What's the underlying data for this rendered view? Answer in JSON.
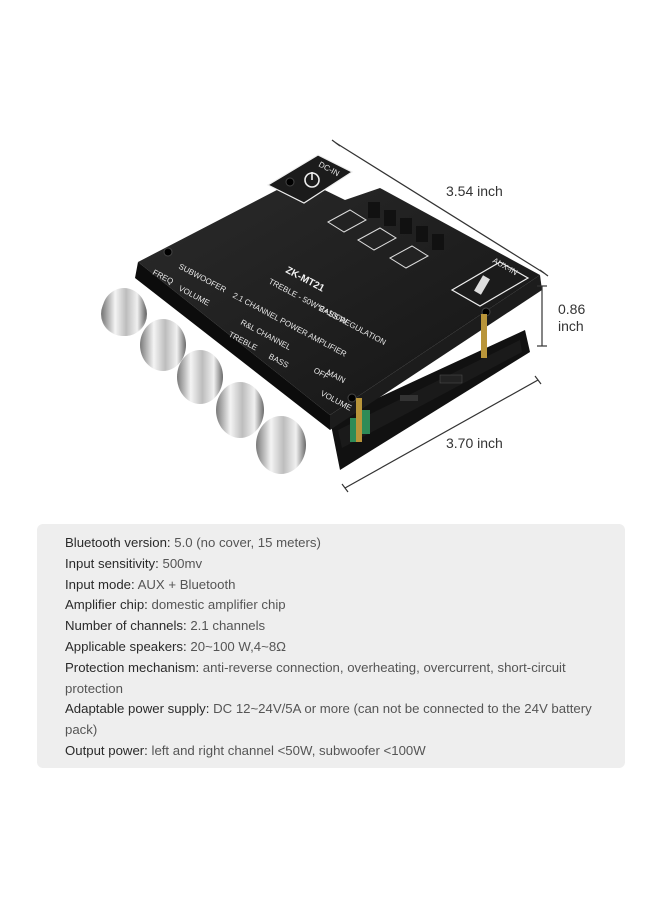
{
  "dimensions": {
    "length": "3.54 inch",
    "height_value": "0.86",
    "height_unit": "inch",
    "width": "3.70 inch"
  },
  "board": {
    "model": "ZK-MT21",
    "subtitle_1": "TREBLE - 50W*2+100W",
    "subtitle_2": "BASS REGULATION",
    "subtitle_3": "2.1 CHANNEL POWER AMPLIFIER",
    "subwoofer_label": "SUBWOOFER",
    "freq_label": "FREQ",
    "volume_label": "VOLUME",
    "rl_channel_label": "R&L CHANNEL",
    "treble_label": "TREBLE",
    "bass_label": "BASS",
    "main_label": "MAIN",
    "main_volume_label": "VOLUME",
    "off_label": "OFF",
    "dc_in_label": "DC-IN",
    "aux_in_label": "AUX-IN"
  },
  "specs": [
    {
      "key": "Bluetooth version:",
      "value": " 5.0 (no cover, 15 meters)"
    },
    {
      "key": "Input sensitivity:",
      "value": " 500mv"
    },
    {
      "key": "Input mode:",
      "value": " AUX + Bluetooth"
    },
    {
      "key": "Amplifier chip:",
      "value": " domestic amplifier chip"
    },
    {
      "key": "Number of channels:",
      "value": " 2.1 channels"
    },
    {
      "key": "Applicable speakers:",
      "value": " 20~100 W,4~8Ω"
    },
    {
      "key": "Protection mechanism:",
      "value": " anti-reverse connection, overheating, overcurrent, short-circuit protection"
    },
    {
      "key": "Adaptable power supply:",
      "value": " DC 12~24V/5A or more (can not be connected to the 24V battery pack)"
    },
    {
      "key": "Output power:",
      "value": " left and right channel <50W, subwoofer <100W"
    }
  ]
}
